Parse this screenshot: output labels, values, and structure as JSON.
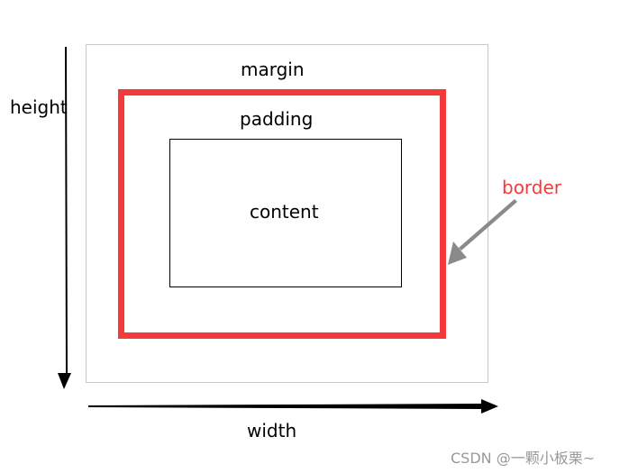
{
  "diagram": {
    "labels": {
      "height": "height",
      "margin": "margin",
      "padding": "padding",
      "content": "content",
      "border": "border",
      "width": "width"
    },
    "watermark": "CSDN @一颗小板栗~",
    "colors": {
      "border_red": "#f23a3a",
      "margin_outline": "#c8c8c8",
      "content_outline": "#000000",
      "arrow_gray": "#8a8a8a",
      "axis_arrow": "#000000",
      "watermark_gray": "#999999"
    }
  }
}
